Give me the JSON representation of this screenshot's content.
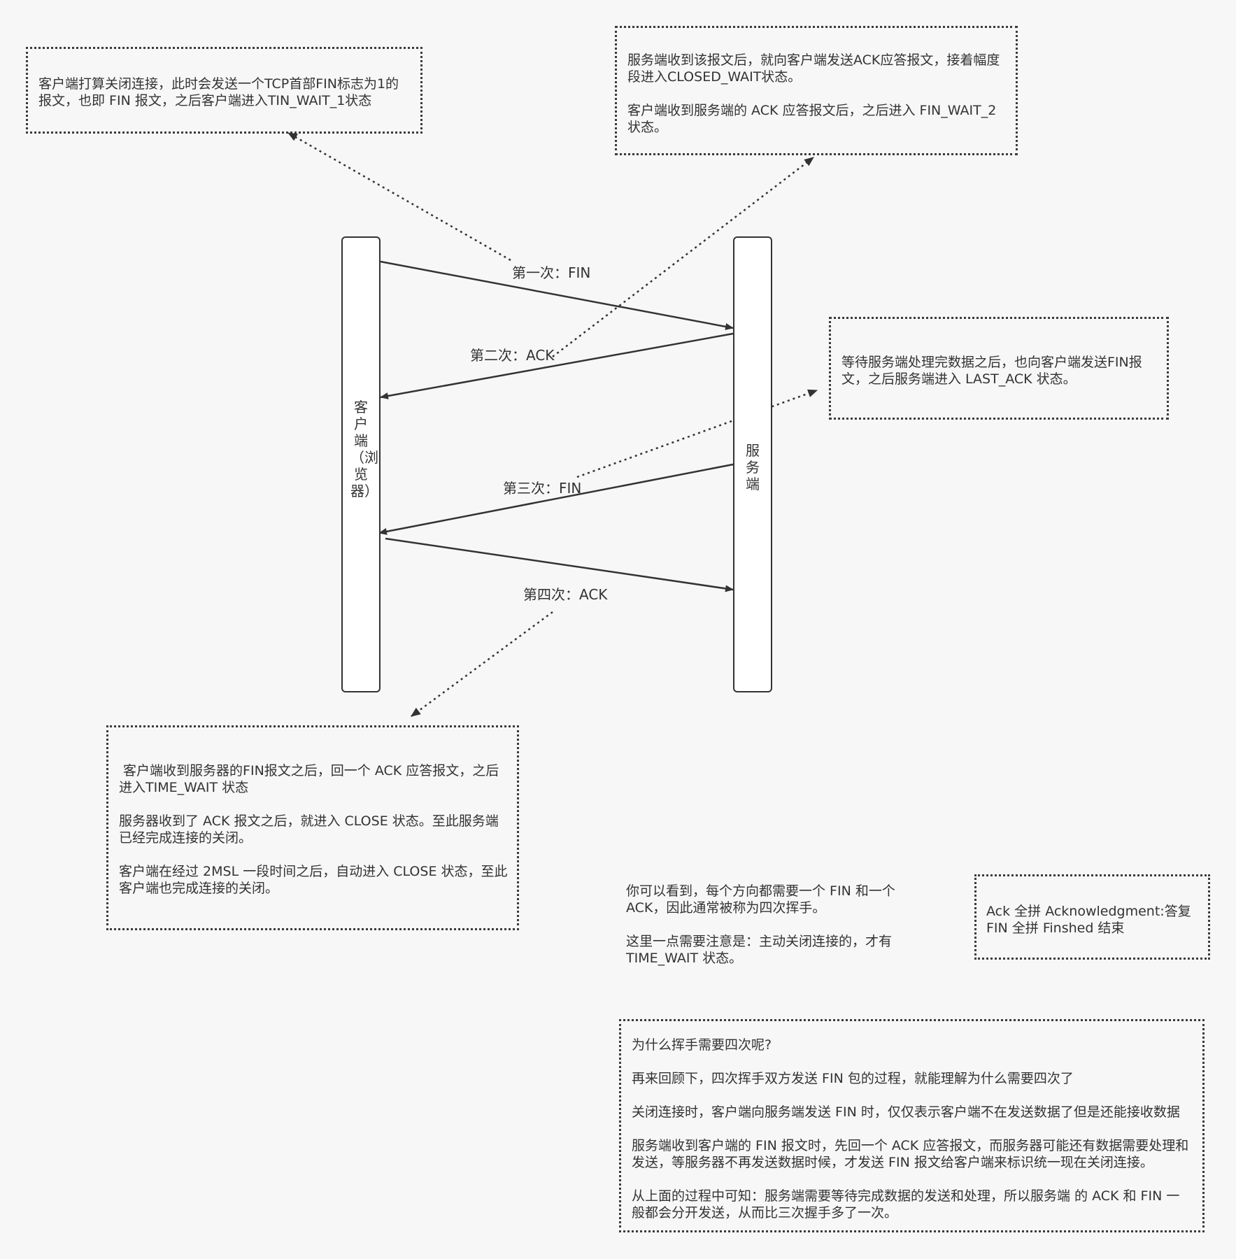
{
  "boxes": {
    "first": {
      "lines": [
        "客户端打算关闭连接，此时会发送一个TCP首部FIN标志为1的报文，也即 FIN 报文，之后客户端进入TIN_WAIT_1状态"
      ]
    },
    "second": {
      "lines": [
        "服务端收到该报文后，就向客户端发送ACK应答报文，接着幅度段进入CLOSED_WAIT状态。",
        "客户端收到服务端的 ACK 应答报文后，之后进入 FIN_WAIT_2 状态。"
      ]
    },
    "third": {
      "lines": [
        "等待服务端处理完数据之后，也向客户端发送FIN报文，之后服务端进入 LAST_ACK 状态。"
      ]
    },
    "fourth": {
      "lines": [
        " 客户端收到服务器的FIN报文之后，回一个 ACK 应答报文，之后进入TIME_WAIT 状态",
        "服务器收到了 ACK 报文之后，就进入 CLOSE 状态。至此服务端已经完成连接的关闭。",
        "客户端在经过 2MSL 一段时间之后，自动进入 CLOSE 状态，至此客户端也完成连接的关闭。"
      ]
    },
    "ackfin": {
      "lines": [
        "Ack 全拼 Acknowledgment:答复\nFIN 全拼 Finshed 结束"
      ]
    },
    "why": {
      "lines": [
        "为什么挥手需要四次呢?",
        "再来回顾下，四次挥手双方发送 FIN 包的过程，就能理解为什么需要四次了",
        "关闭连接时，客户端向服务端发送 FIN 时，仅仅表示客户端不在发送数据了但是还能接收数据",
        "服务端收到客户端的 FIN 报文时，先回一个 ACK 应答报文，而服务器可能还有数据需要处理和发送，等服务器不再发送数据时候，才发送 FIN 报文给客户端来标识统一现在关闭连接。",
        "从上面的过程中可知：服务端需要等待完成数据的发送和处理，所以服务端 的 ACK 和 FIN 一般都会分开发送，从而比三次握手多了一次。"
      ]
    }
  },
  "note": {
    "lines": [
      "你可以看到，每个方向都需要一个 FIN 和一个ACK，因此通常被称为四次挥手。",
      "这里一点需要注意是：主动关闭连接的，才有TIME_WAIT 状态。"
    ]
  },
  "lanes": {
    "client": "客户端（浏览器）",
    "server": "服务端"
  },
  "messages": {
    "m1": "第一次：FIN",
    "m2": "第二次：ACK",
    "m3": "第三次：FIN",
    "m4": "第四次：ACK"
  }
}
